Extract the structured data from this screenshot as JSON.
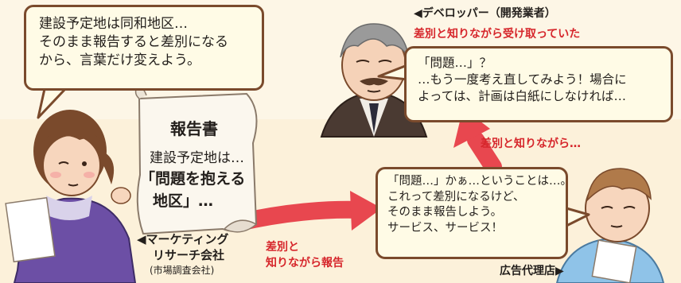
{
  "marketing_bubble": {
    "lines": [
      "建設予定地は同和地区…",
      "そのまま報告すると差別になる",
      "から、言葉だけ変えよう。"
    ]
  },
  "report": {
    "title": "報告書",
    "line1": "建設予定地は…",
    "line2": "「問題を抱える",
    "line3": "地区」…"
  },
  "marketing_company": {
    "name_line1": "◀マーケティング",
    "name_line2": "リサーチ会社",
    "name_line3": "(市場調査会社)"
  },
  "developer": {
    "label": "◀デベロッパー（開発業者）",
    "note": "差別と知りながら受け取っていた",
    "bubble_lines": [
      "「問題…」？",
      "…もう一度考え直してみよう！場合に",
      "よっては、計画は白紙にしなければ…"
    ]
  },
  "agency": {
    "label": "広告代理店▶",
    "bubble_lines": [
      "「問題…」かぁ…ということは…。",
      "これって差別になるけど、",
      "そのまま報告しよう。",
      "サービス、サービス！"
    ]
  },
  "arrows": {
    "marketing_to_agency_line1": "差別と",
    "marketing_to_agency_line2": "知りながら報告",
    "agency_to_developer": "差別と知りながら…"
  },
  "colors": {
    "arrow": "#e8474f",
    "bubble_border": "#7a4a2c",
    "bubble_fill": "#fffbe6",
    "emphasis_text": "#d6262b"
  }
}
